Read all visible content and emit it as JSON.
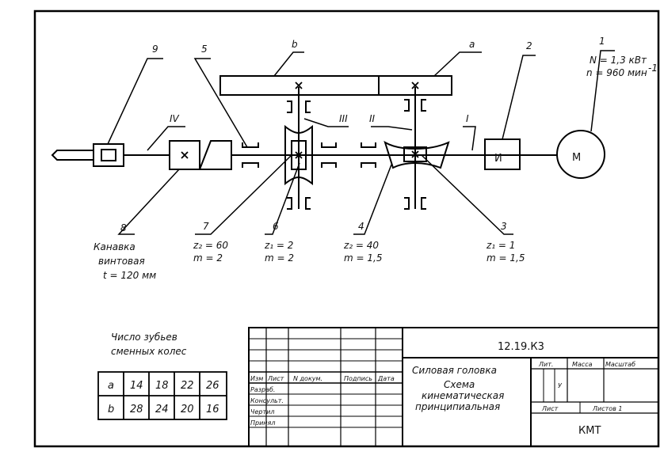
{
  "diagram": {
    "shaft_labels": {
      "I": "I",
      "II": "II",
      "III": "III",
      "IV": "IV"
    },
    "callouts": {
      "c1": "1",
      "c2": "2",
      "c3": "3",
      "c4": "4",
      "c5": "5",
      "c6": "6",
      "c7": "7",
      "c8": "8",
      "c9": "9",
      "ca": "a",
      "cb": "b"
    },
    "motor": {
      "symbol": "M",
      "power": "N = 1,3 кВт",
      "speed": "n = 960 мин",
      "speed_exp": "-1"
    },
    "coupling_symbol": "И",
    "gear_params": {
      "p7": [
        "z₂ = 60",
        "m = 2"
      ],
      "p6": [
        "z₁ = 2",
        "m = 2"
      ],
      "p4": [
        "z₂ = 40",
        "m = 1,5"
      ],
      "p3": [
        "z₁ = 1",
        "m = 1,5"
      ]
    },
    "groove": [
      "Канавка",
      "винтовая",
      "t = 120 мм"
    ]
  },
  "teeth_table": {
    "title": [
      "Число зубьев",
      "сменных колес"
    ],
    "rows": [
      [
        "a",
        "14",
        "18",
        "22",
        "26"
      ],
      [
        "b",
        "28",
        "24",
        "20",
        "16"
      ]
    ]
  },
  "title_block": {
    "doc_code": "12.19.К3",
    "name": "Силовая головка",
    "description": [
      "Схема",
      "кинематическая",
      "принципиальная"
    ],
    "col_headers": [
      "Изм",
      "Лист",
      "N докум.",
      "Подпись",
      "Дата"
    ],
    "roles": [
      "Разраб.",
      "Консульт.",
      "Чертил",
      "Принял"
    ],
    "lit": "Лит.",
    "mass": "Масса",
    "scale": "Масштаб",
    "lit_value": "У",
    "sheet": "Лист",
    "sheets": "Листов 1",
    "org": "КМТ"
  }
}
